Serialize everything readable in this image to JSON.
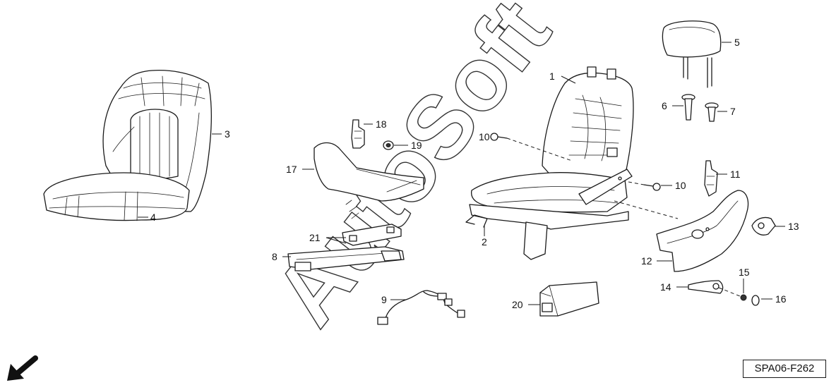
{
  "diagram_code": "SPA06-F262",
  "watermark": "AutoSoft",
  "callouts": {
    "p1": "1",
    "p2": "2",
    "p3": "3",
    "p4": "4",
    "p5": "5",
    "p6": "6",
    "p7": "7",
    "p8": "8",
    "p9": "9",
    "p10a": "10",
    "p10b": "10",
    "p11": "11",
    "p12": "12",
    "p13": "13",
    "p14": "14",
    "p15": "15",
    "p16": "16",
    "p17": "17",
    "p18": "18",
    "p19": "19",
    "p20": "20",
    "p21": "21"
  },
  "icons": {
    "direction": "arrow-down-left-icon"
  }
}
